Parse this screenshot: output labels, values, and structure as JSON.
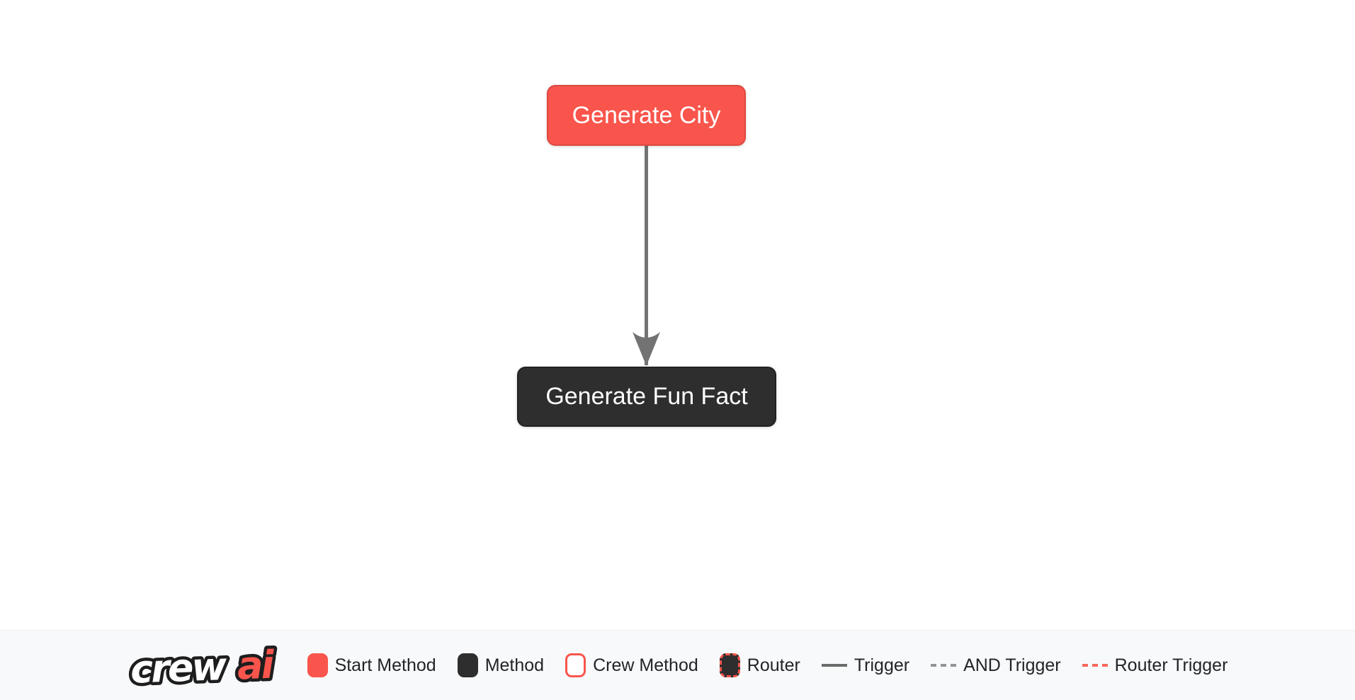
{
  "page": {
    "background": "#ffffff"
  },
  "flow": {
    "nodes": [
      {
        "id": "generate_city",
        "label": "Generate City",
        "type": "start-method",
        "fill": "#F9554C",
        "border": "#DE4840",
        "text_color": "#FFFFFF"
      },
      {
        "id": "generate_fun_fact",
        "label": "Generate Fun Fact",
        "type": "method",
        "fill": "#2E2E2E",
        "border": "#212121",
        "text_color": "#FFFFFF"
      }
    ],
    "edges": [
      {
        "from": "generate_city",
        "to": "generate_fun_fact",
        "type": "trigger",
        "style": "solid",
        "color": "#737373",
        "arrow": "down"
      }
    ]
  },
  "legend": {
    "background": "#F8F9FA",
    "text_color": "#212529",
    "logo": {
      "crew": "crew",
      "ai": "ai",
      "crew_fill": "#FFFFFF",
      "ai_fill": "#F9554C",
      "outline": "#1E1E1E"
    },
    "items": [
      {
        "label": "Start Method",
        "swatch": "start-method-swatch",
        "color": "#F9554C"
      },
      {
        "label": "Method",
        "swatch": "method-swatch",
        "color": "#2E2E2E"
      },
      {
        "label": "Crew Method",
        "swatch": "crew-method-swatch",
        "color": "#FFFFFF",
        "border_color": "#F9554C"
      },
      {
        "label": "Router",
        "swatch": "router-swatch",
        "color": "#2E2E2E",
        "border_color": "#F9554C",
        "border_style": "dashed"
      },
      {
        "label": "Trigger",
        "swatch": "trigger-line",
        "color": "#6B6B6B",
        "line_style": "solid"
      },
      {
        "label": "AND Trigger",
        "swatch": "and-trigger-line",
        "color": "#949494",
        "line_style": "dashed"
      },
      {
        "label": "Router Trigger",
        "swatch": "router-trigger-line",
        "color": "#F8685E",
        "line_style": "dashed"
      }
    ]
  }
}
